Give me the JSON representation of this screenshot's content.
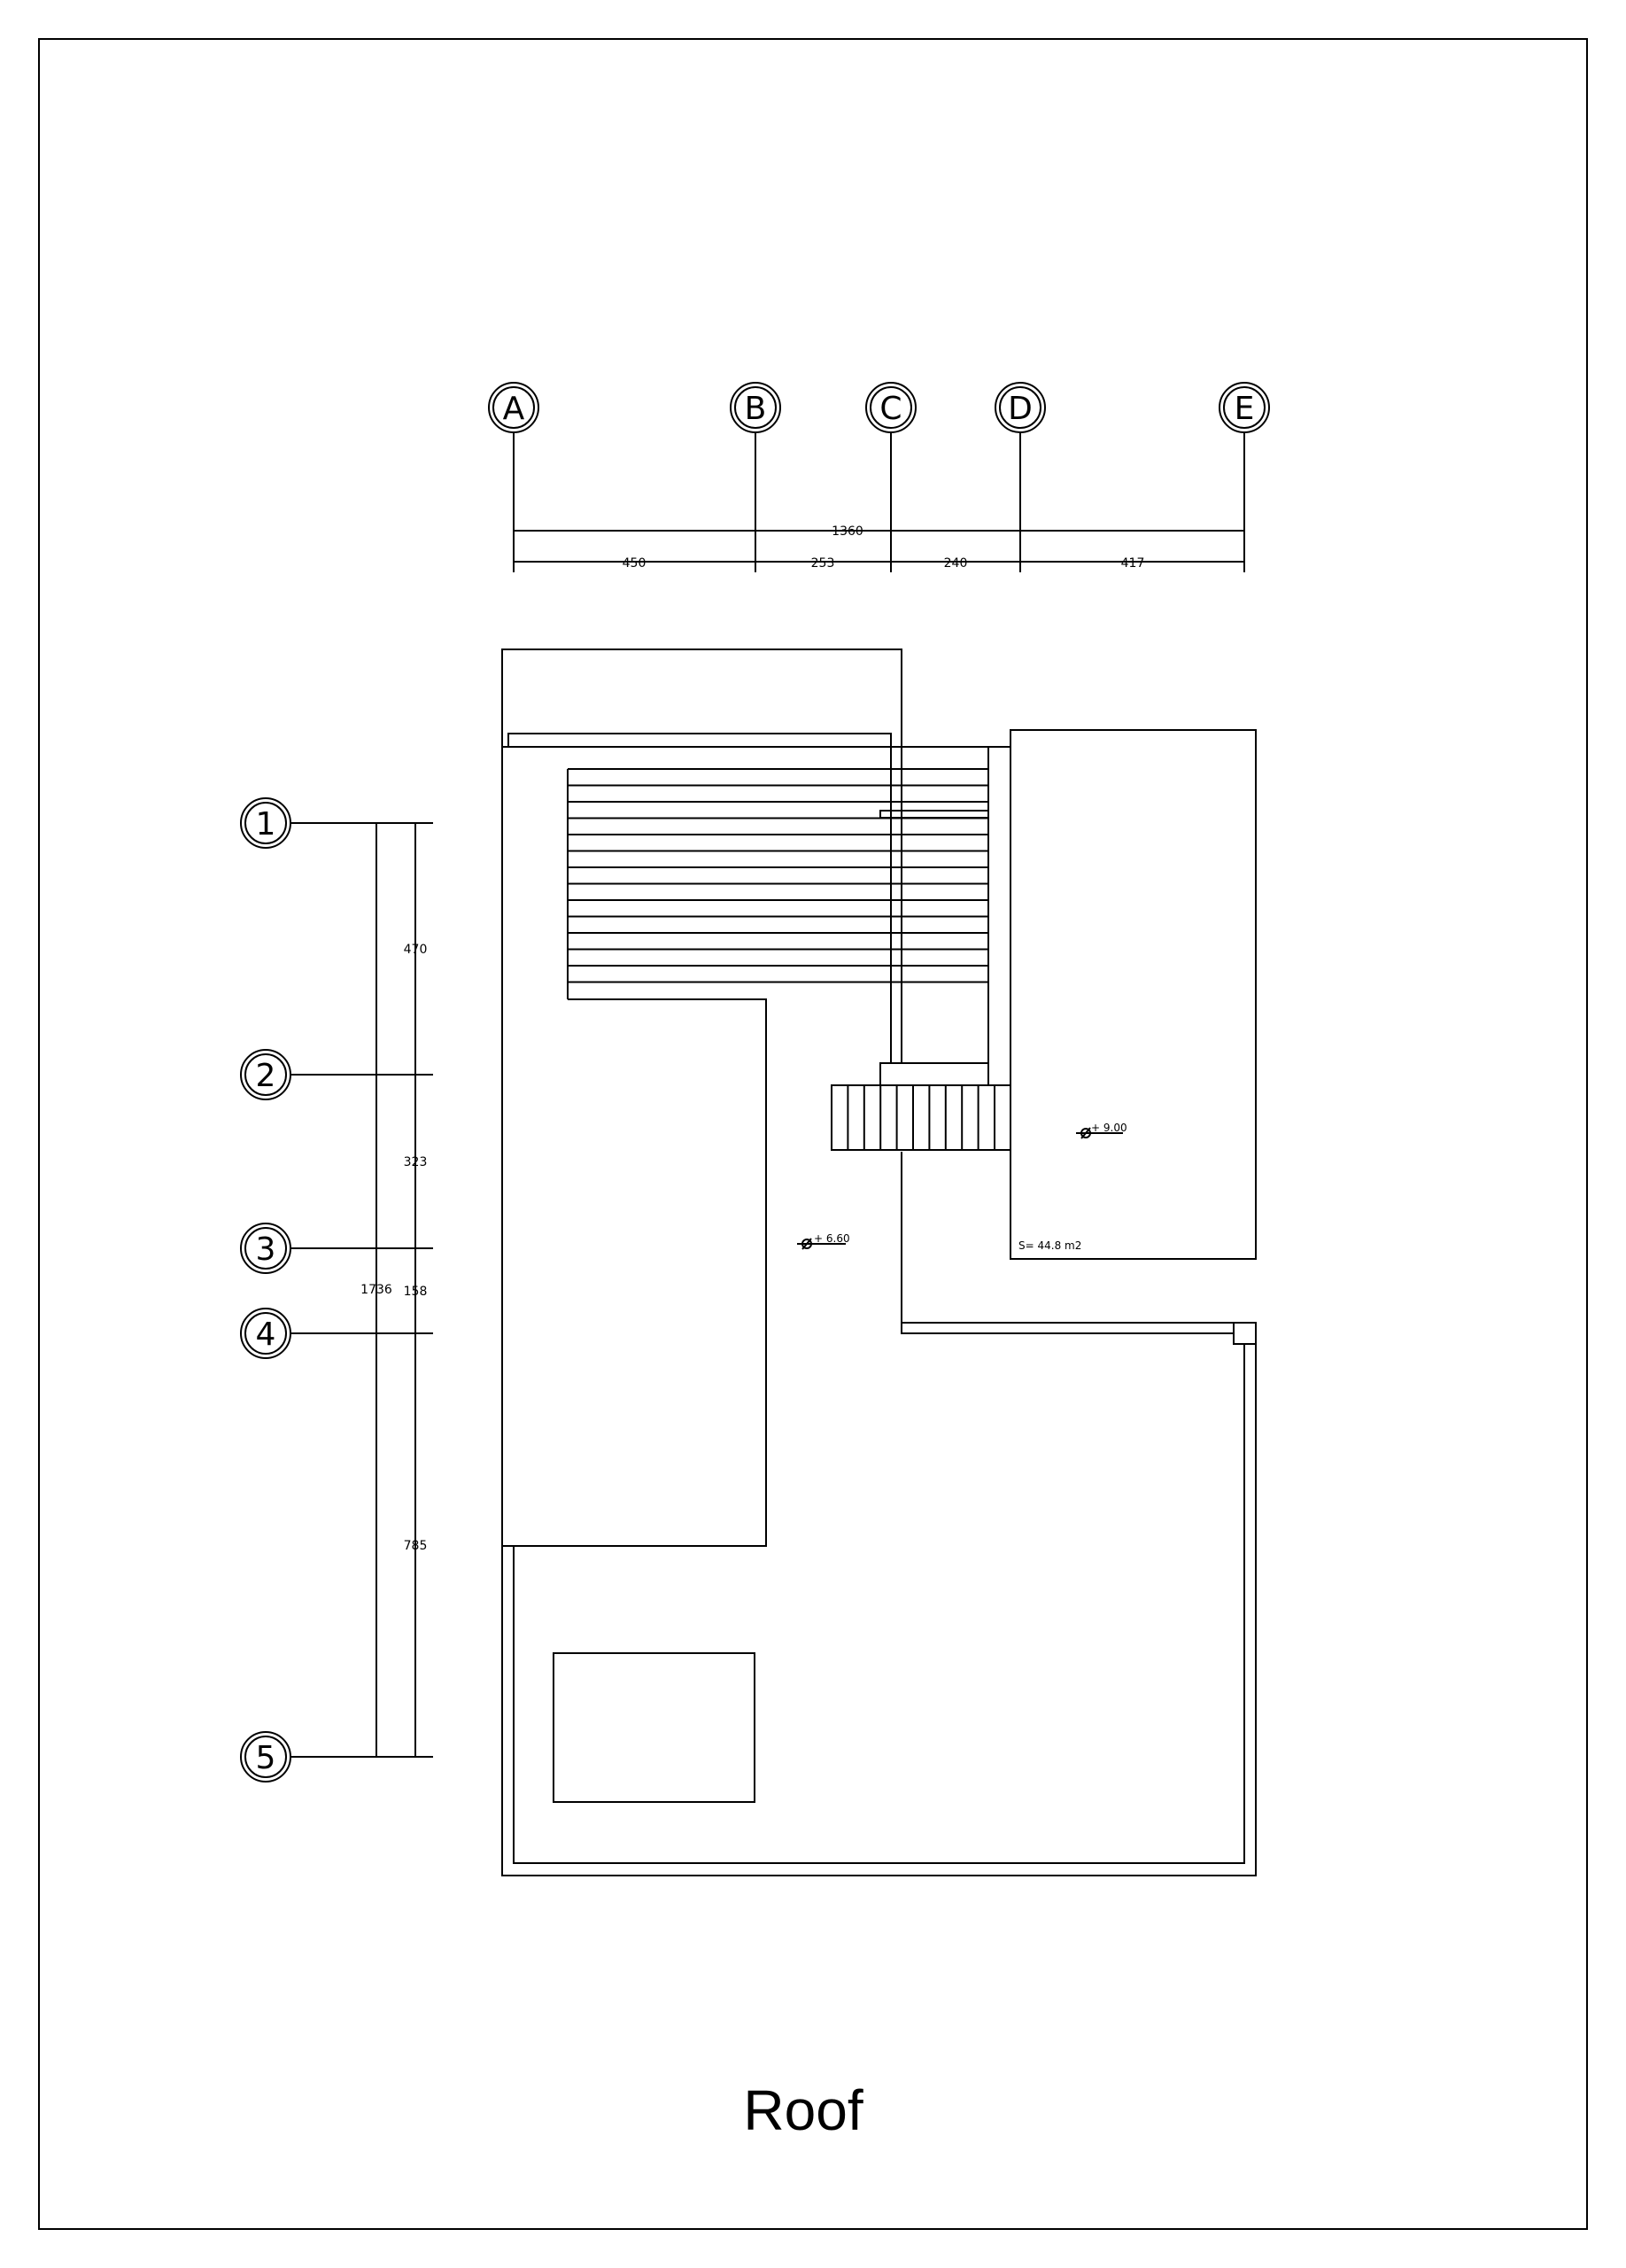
{
  "grid_axes": {
    "columns": [
      "A",
      "B",
      "C",
      "D",
      "E"
    ],
    "rows": [
      "1",
      "2",
      "3",
      "4",
      "5"
    ]
  },
  "dimensions": {
    "horizontal_total": "1360",
    "horizontal_segments": [
      "450",
      "253",
      "240",
      "417"
    ],
    "vertical_total": "1736",
    "vertical_segments": [
      "470",
      "323",
      "158",
      "785"
    ]
  },
  "levels": {
    "main_roof": "+ 6.60",
    "upper_roof": "+ 9.00"
  },
  "area_label": "S= 44.8 m2",
  "title": "Roof",
  "colors": {
    "line": "#000000",
    "background": "#ffffff"
  }
}
